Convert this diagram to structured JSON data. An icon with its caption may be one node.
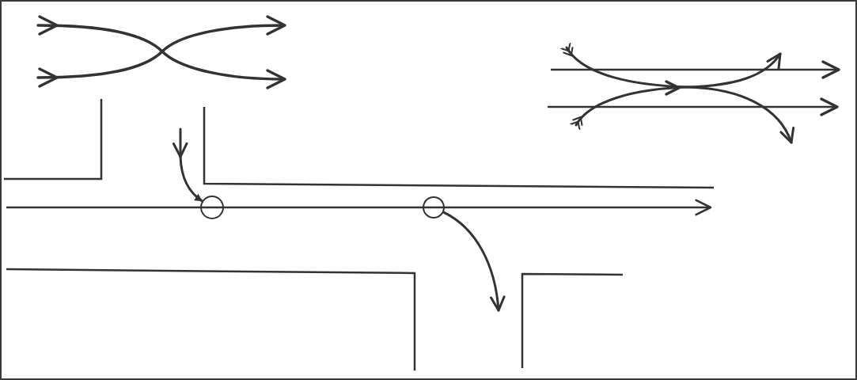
{
  "diagram": {
    "nodes": [
      {
        "text": [],
        "shape": "circle"
      },
      {
        "text": [],
        "shape": "circle"
      }
    ],
    "edges": [
      {
        "from": null,
        "to": 0,
        "arrow": "to"
      },
      {
        "from": 1,
        "to": null,
        "arrow": "to"
      }
    ]
  }
}
